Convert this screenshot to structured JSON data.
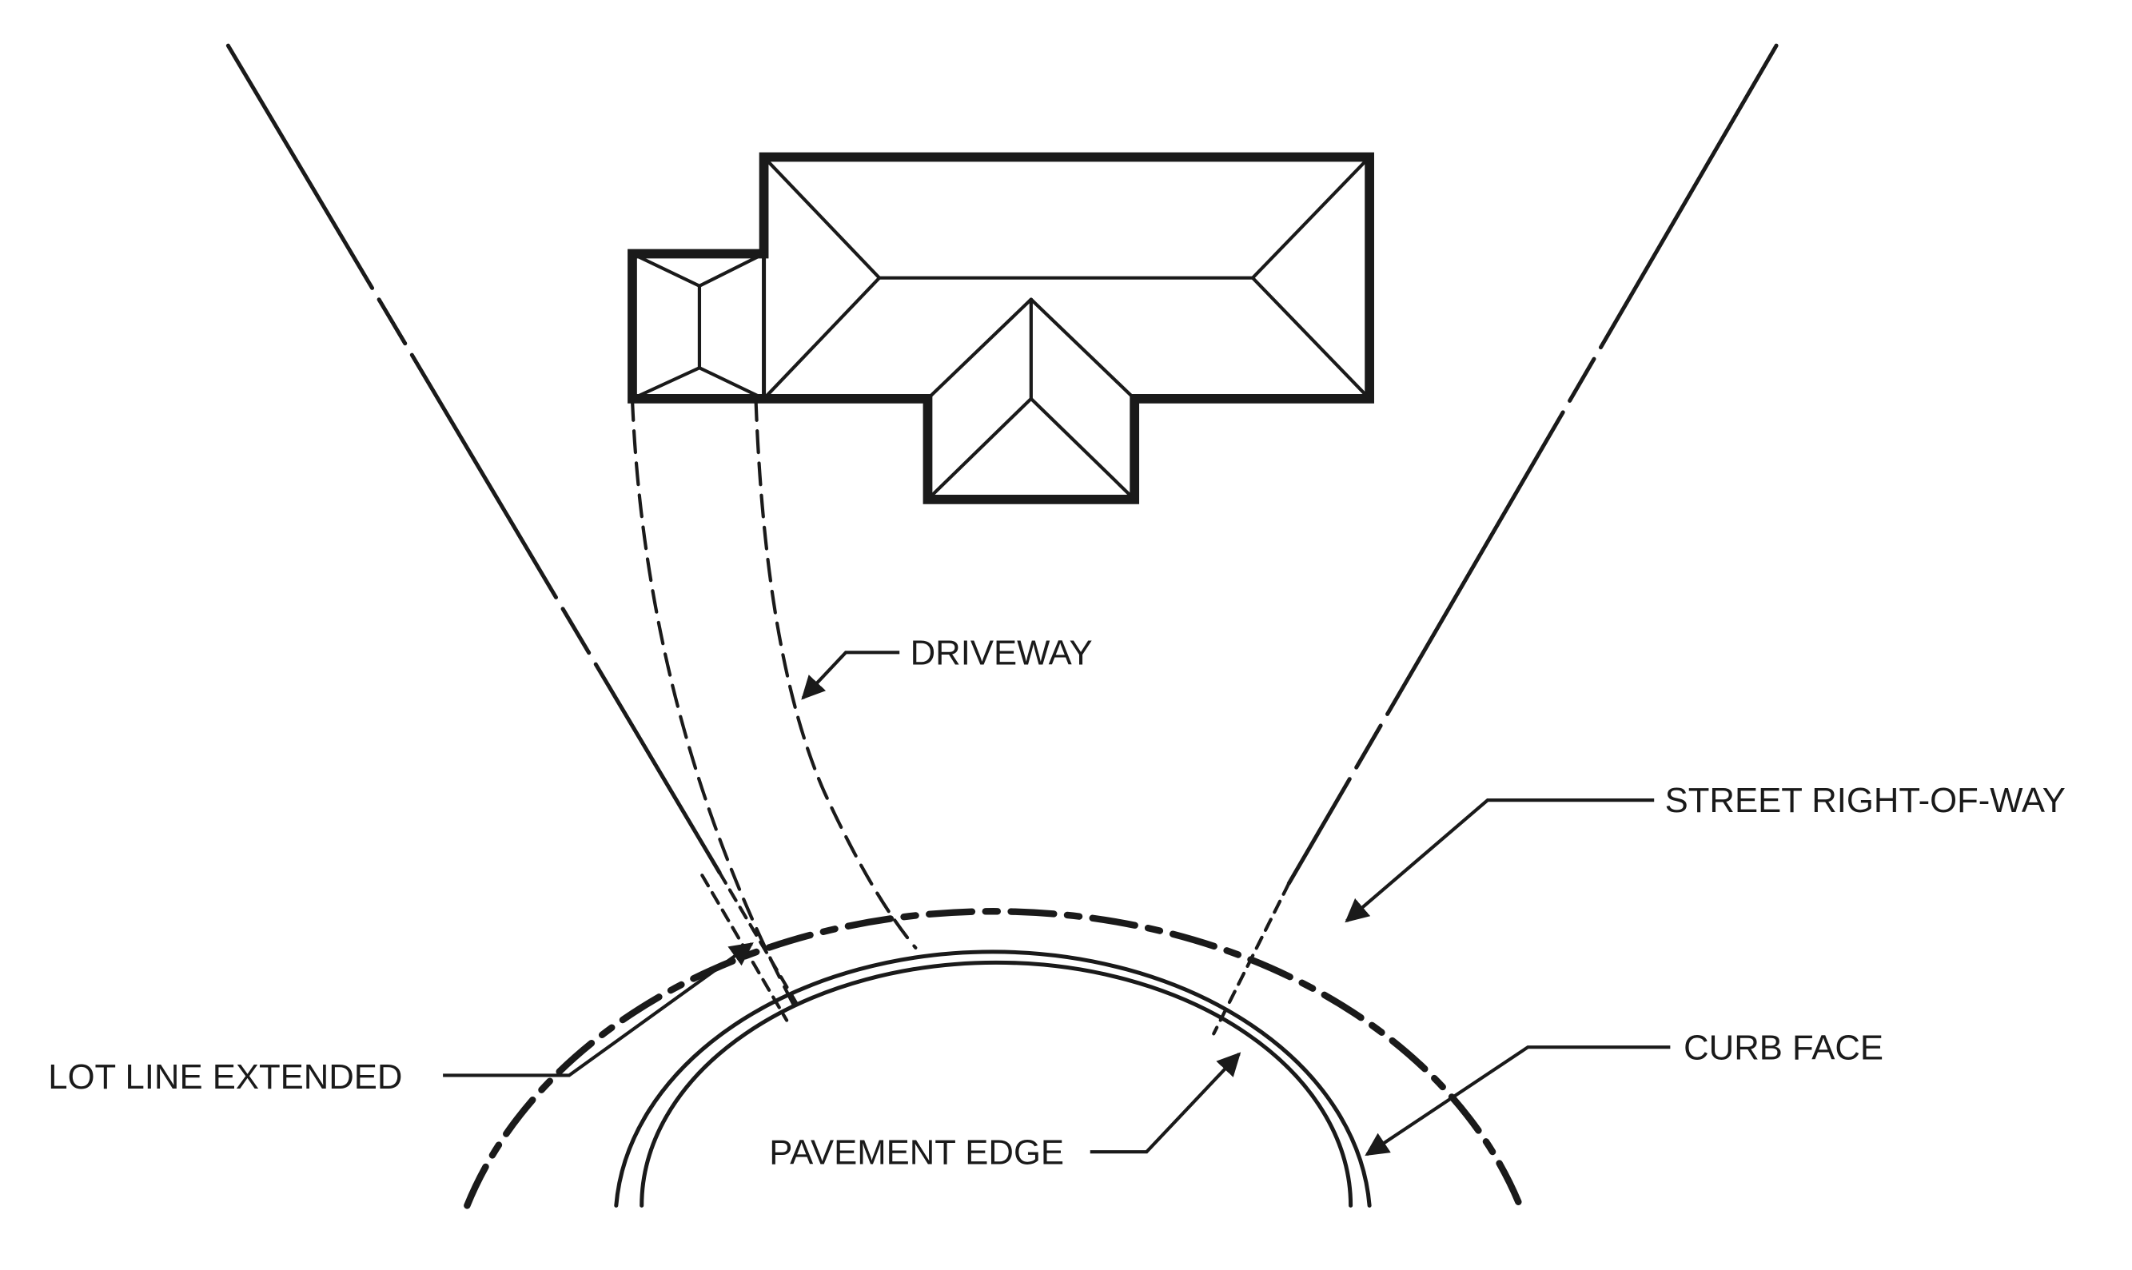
{
  "labels": {
    "driveway": "DRIVEWAY",
    "street_right_of_way": "STREET RIGHT-OF-WAY",
    "lot_line_extended": "LOT LINE EXTENDED",
    "curb_face": "CURB FACE",
    "pavement_edge": "PAVEMENT EDGE"
  },
  "colors": {
    "ink": "#1a1a1a",
    "background": "#ffffff"
  }
}
